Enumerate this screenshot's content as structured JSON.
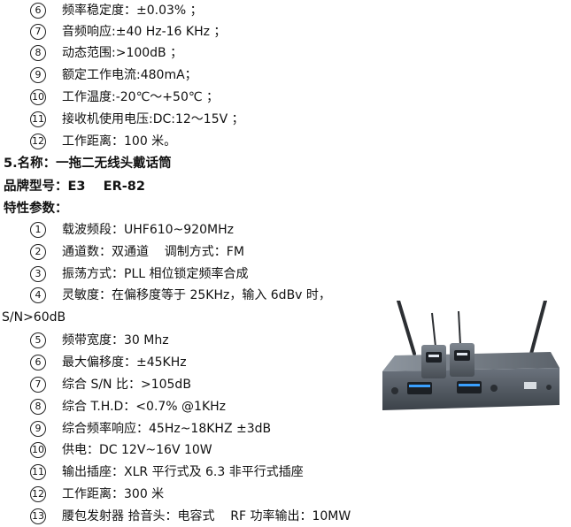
{
  "list_a": [
    {
      "num": "6",
      "text": "频率稳定度：±0.03% ；"
    },
    {
      "num": "7",
      "text": "音频响应:±40 Hz-16 KHz ；"
    },
    {
      "num": "8",
      "text": "动态范围:>100dB ；"
    },
    {
      "num": "9",
      "text": "额定工作电流:480mA；"
    },
    {
      "num": "10",
      "text": "工作温度:-20℃～+50℃ ；"
    },
    {
      "num": "11",
      "text": "接收机使用电压:DC:12～15V ；"
    },
    {
      "num": "12",
      "text": "工作距离：100 米。"
    }
  ],
  "section5": {
    "title": "5.名称：一拖二无线头戴话筒",
    "model": "品牌型号：E3    ER-82",
    "specs_title": "特性参数："
  },
  "list_b": [
    {
      "num": "1",
      "text": "载波频段：UHF610~920MHz"
    },
    {
      "num": "2",
      "text": "通道数：双通道    调制方式：FM"
    },
    {
      "num": "3",
      "text": "振荡方式：PLL 相位锁定频率合成"
    },
    {
      "num": "4",
      "text": "灵敏度：在偏移度等于 25KHz，输入 6dBv 时，"
    }
  ],
  "wrap_text": "S/N>60dB",
  "list_c": [
    {
      "num": "5",
      "text": "频带宽度：30 Mhz"
    },
    {
      "num": "6",
      "text": "最大偏移度：±45KHz"
    },
    {
      "num": "7",
      "text": "综合 S/N 比：>105dB"
    },
    {
      "num": "8",
      "text": "综合 T.H.D：<0.7% @1KHz"
    },
    {
      "num": "9",
      "text": "综合频率响应：45Hz~18KHZ ±3dB"
    },
    {
      "num": "10",
      "text": "供电：DC 12V~16V 10W"
    },
    {
      "num": "11",
      "text": "输出插座：XLR 平行式及 6.3 非平行式插座"
    },
    {
      "num": "12",
      "text": "工作距离：300 米"
    },
    {
      "num": "13",
      "text": "腰包发射器 拾音头：电容式    RF 功率输出：10MW"
    }
  ]
}
